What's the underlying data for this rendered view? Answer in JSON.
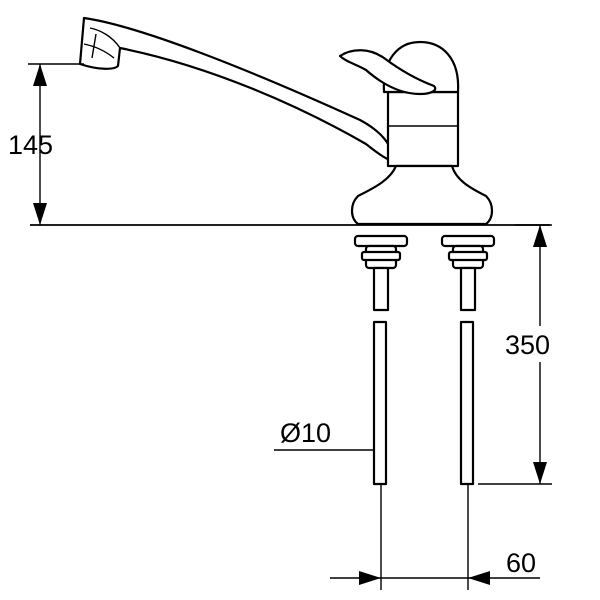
{
  "dimensions": {
    "spout_height": "145",
    "tail_length": "350",
    "tail_diameter": "Ø10",
    "tail_spacing": "60"
  },
  "colors": {
    "line": "#000000",
    "background": "#ffffff"
  }
}
